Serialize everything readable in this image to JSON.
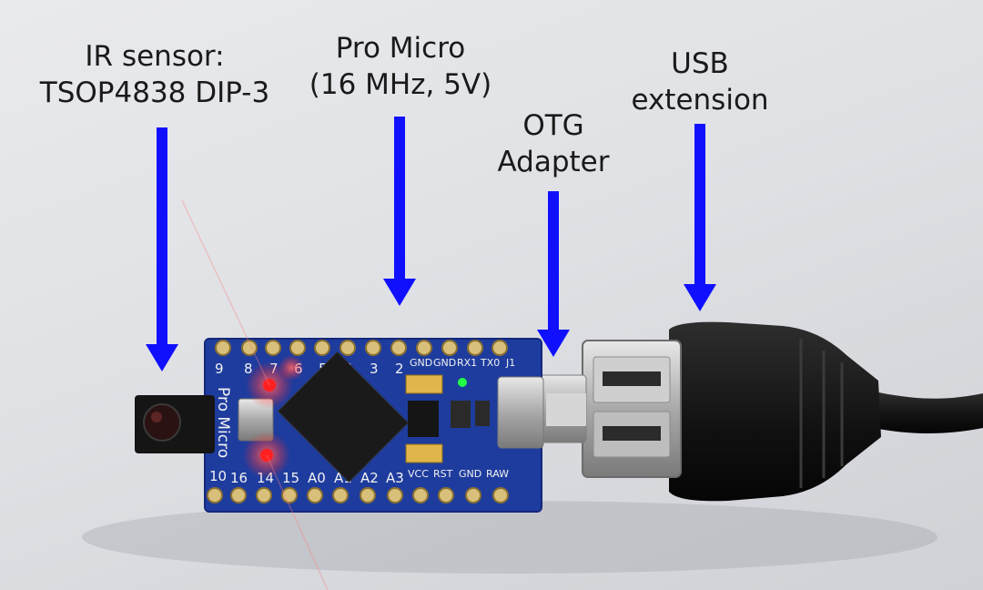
{
  "labels": {
    "ir_line1": "IR sensor:",
    "ir_line2": "TSOP4838 DIP-3",
    "pro_line1": "Pro Micro",
    "pro_line2": "(16 MHz, 5V)",
    "otg_line1": "OTG",
    "otg_line2": "Adapter",
    "usb_line1": "USB",
    "usb_line2": "extension"
  },
  "board": {
    "name_text": "Pro Micro",
    "top_pin_labels": [
      "8",
      "7",
      "6",
      "5",
      "4",
      "3",
      "2",
      "GND",
      "GND",
      "RX1",
      "TX0",
      "J1"
    ],
    "bottom_pin_labels": [
      "16",
      "14",
      "15",
      "A0",
      "A1",
      "A2",
      "A3",
      "VCC",
      "RST",
      "GND",
      "RAW"
    ],
    "side_pin_labels": [
      "9",
      "10"
    ]
  },
  "colors": {
    "arrow": "#1010ff",
    "pcb": "#1e3c9e",
    "led": "#ff2020",
    "led_green": "#22ff44"
  }
}
